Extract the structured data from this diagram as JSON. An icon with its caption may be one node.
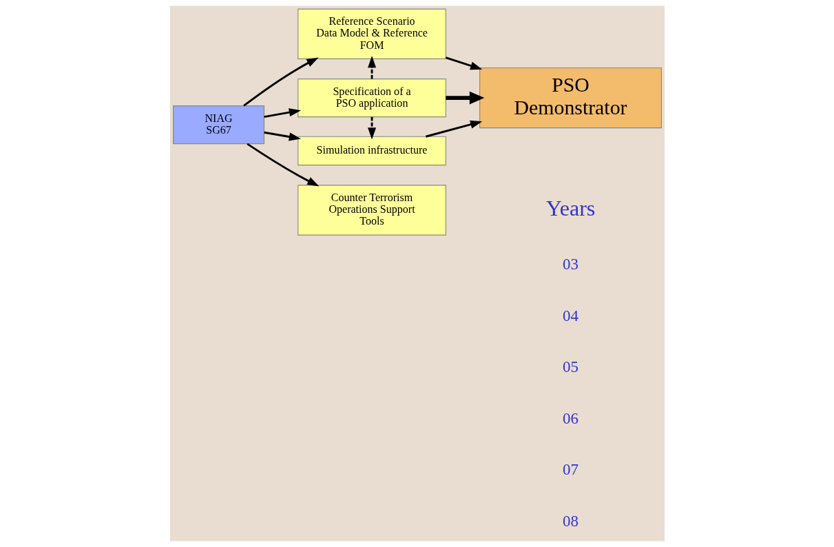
{
  "diagram": {
    "nodes": [
      {
        "text": [
          "NIAG SG67"
        ]
      },
      {
        "text": [
          "Reference Scenario Data Model & Reference FOM"
        ]
      },
      {
        "text": [
          "Specification of a PSO application"
        ]
      },
      {
        "text": [
          "PSO Demonstrator"
        ]
      },
      {
        "text": [
          "Simulation infrastructure"
        ]
      },
      {
        "text": [
          "Counter Terrorism Operations Support Tools"
        ]
      }
    ],
    "edges": [
      {
        "from": 0,
        "to": 1,
        "arrow": "to"
      },
      {
        "from": 0,
        "to": 2,
        "arrow": "to"
      },
      {
        "from": 0,
        "to": 4,
        "arrow": "to"
      },
      {
        "from": 0,
        "to": 5,
        "arrow": "to"
      },
      {
        "from": 1,
        "to": 3,
        "arrow": "to"
      },
      {
        "from": 2,
        "to": 3,
        "arrow": "to",
        "style": "thick"
      },
      {
        "from": 2,
        "to": 1,
        "arrow": "to",
        "style": "dashed"
      },
      {
        "from": 2,
        "to": 4,
        "arrow": "to",
        "style": "dashed"
      },
      {
        "from": 4,
        "to": 3,
        "arrow": "to"
      }
    ],
    "labels": [
      "Years",
      "03",
      "04",
      "05",
      "06",
      "07",
      "08"
    ]
  }
}
